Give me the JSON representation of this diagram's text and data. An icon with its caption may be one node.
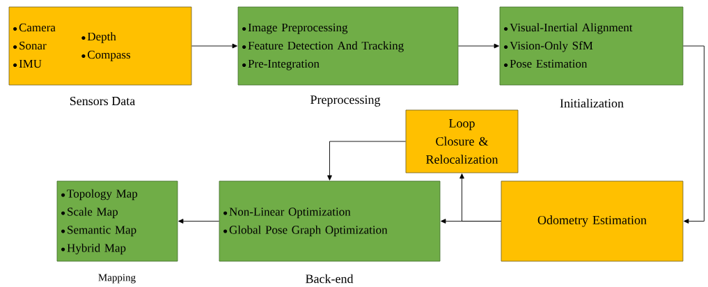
{
  "diagram": {
    "nodes": [
      {
        "text": [
          "Camera",
          "Sonar",
          "IMU",
          "Depth",
          "Compass"
        ],
        "beside": [
          "Sensors Data"
        ]
      },
      {
        "text": [
          "Image Preprocessing",
          "Feature Detection And Tracking",
          "Pre-Integration"
        ],
        "beside": [
          "Preprocessing"
        ]
      },
      {
        "text": [
          "Visual-Inertial Alignment",
          "Vision-Only SfM",
          "Pose Estimation"
        ],
        "beside": [
          "Initialization"
        ]
      },
      {
        "text": [
          "Loop Closure & Relocalization"
        ]
      },
      {
        "text": [
          "Topology Map",
          "Scale Map",
          "Semantic Map",
          "Hybrid Map"
        ],
        "beside": [
          "Mapping"
        ]
      },
      {
        "text": [
          "Non-Linear Optimization",
          "Global Pose Graph Optimization"
        ],
        "beside": [
          "Back-end"
        ]
      },
      {
        "text": [
          "Odometry Estimation"
        ]
      }
    ],
    "edges": [
      {
        "from": 0,
        "to": 1,
        "arrow": "to"
      },
      {
        "from": 1,
        "to": 2,
        "arrow": "to"
      },
      {
        "from": 2,
        "to": 6,
        "arrow": "to"
      },
      {
        "from": 6,
        "to": 5,
        "arrow": "to"
      },
      {
        "from": 6,
        "to": 3,
        "arrow": "to"
      },
      {
        "from": 3,
        "to": 5,
        "arrow": "to"
      },
      {
        "from": 5,
        "to": 4,
        "arrow": "to"
      }
    ]
  }
}
